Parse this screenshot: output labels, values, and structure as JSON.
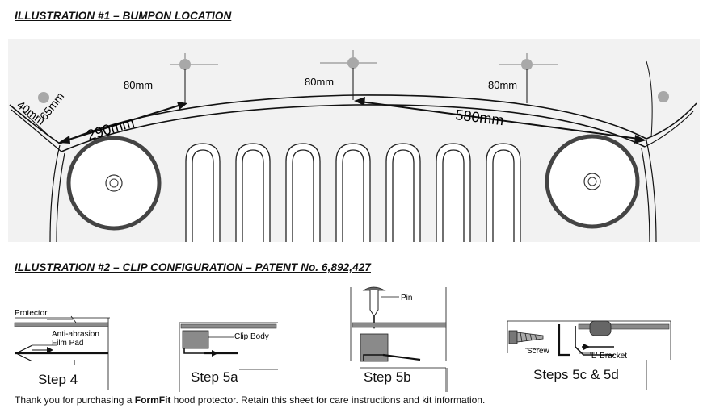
{
  "illustration1": {
    "heading": "ILLUSTRATION #1 – BUMPON LOCATION",
    "dimensions": {
      "left_80": "80mm",
      "center_80": "80mm",
      "right_80": "80mm",
      "edge_40": "40mm",
      "edge_65": "65mm",
      "span_290": "290mm",
      "span_580": "580mm"
    }
  },
  "illustration2": {
    "heading": "ILLUSTRATION #2 – CLIP CONFIGURATION – PATENT No. 6,892,427",
    "step4": {
      "label": "Step 4",
      "protector": "Protector",
      "pad_line1": "Anti-abrasion",
      "pad_line2": "Film Pad"
    },
    "step5a": {
      "label": "Step 5a",
      "clip_body": "Clip Body"
    },
    "step5b": {
      "label": "Step 5b",
      "pin": "Pin"
    },
    "step5cd": {
      "label": "Steps 5c & 5d",
      "screw": "Screw",
      "bracket": "'L' Bracket"
    }
  },
  "footer": {
    "pre": "Thank you for purchasing a ",
    "brand": "FormFit",
    "post": " hood protector.  Retain this sheet for care instructions and kit information."
  },
  "colors": {
    "panel_bg": "#f2f2f2",
    "bumpon_dot": "#a8a8a8",
    "line": "#111111",
    "gray_bar": "#8a8a8a"
  }
}
